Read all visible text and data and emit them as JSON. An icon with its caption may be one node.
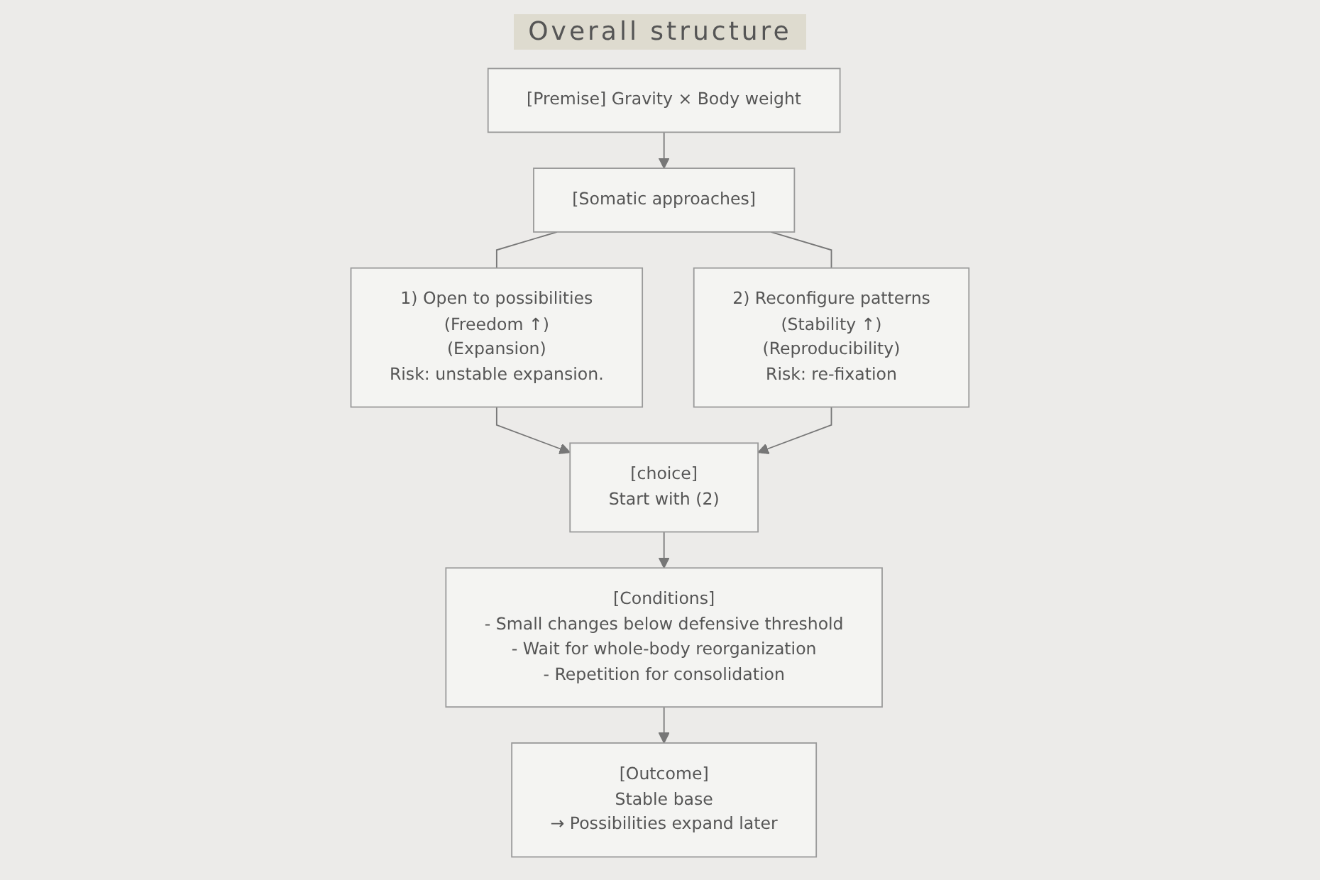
{
  "diagram": {
    "title": "Overall structure",
    "nodes": [
      {
        "text": [
          "[Premise] Gravity × Body weight"
        ]
      },
      {
        "text": [
          "[Somatic approaches]"
        ]
      },
      {
        "text": [
          "1) Open to possibilities",
          "(Freedom ↑)",
          "(Expansion)",
          "Risk: unstable expansion."
        ]
      },
      {
        "text": [
          "2) Reconfigure patterns",
          "(Stability ↑)",
          "(Reproducibility)",
          "Risk: re-fixation"
        ]
      },
      {
        "text": [
          "[choice]",
          "Start with (2)"
        ]
      },
      {
        "text": [
          "[Conditions]",
          "- Small changes below defensive threshold",
          "- Wait for whole-body reorganization",
          "- Repetition for consolidation"
        ]
      },
      {
        "text": [
          "[Outcome]",
          "Stable base",
          "→ Possibilities expand later"
        ]
      }
    ],
    "edges": [
      {
        "from": 0,
        "to": 1,
        "arrow": "to"
      },
      {
        "from": 1,
        "to": 2,
        "arrow": "none"
      },
      {
        "from": 1,
        "to": 3,
        "arrow": "none"
      },
      {
        "from": 2,
        "to": 4,
        "arrow": "to"
      },
      {
        "from": 3,
        "to": 4,
        "arrow": "to"
      },
      {
        "from": 4,
        "to": 5,
        "arrow": "to"
      },
      {
        "from": 5,
        "to": 6,
        "arrow": "to"
      }
    ]
  }
}
